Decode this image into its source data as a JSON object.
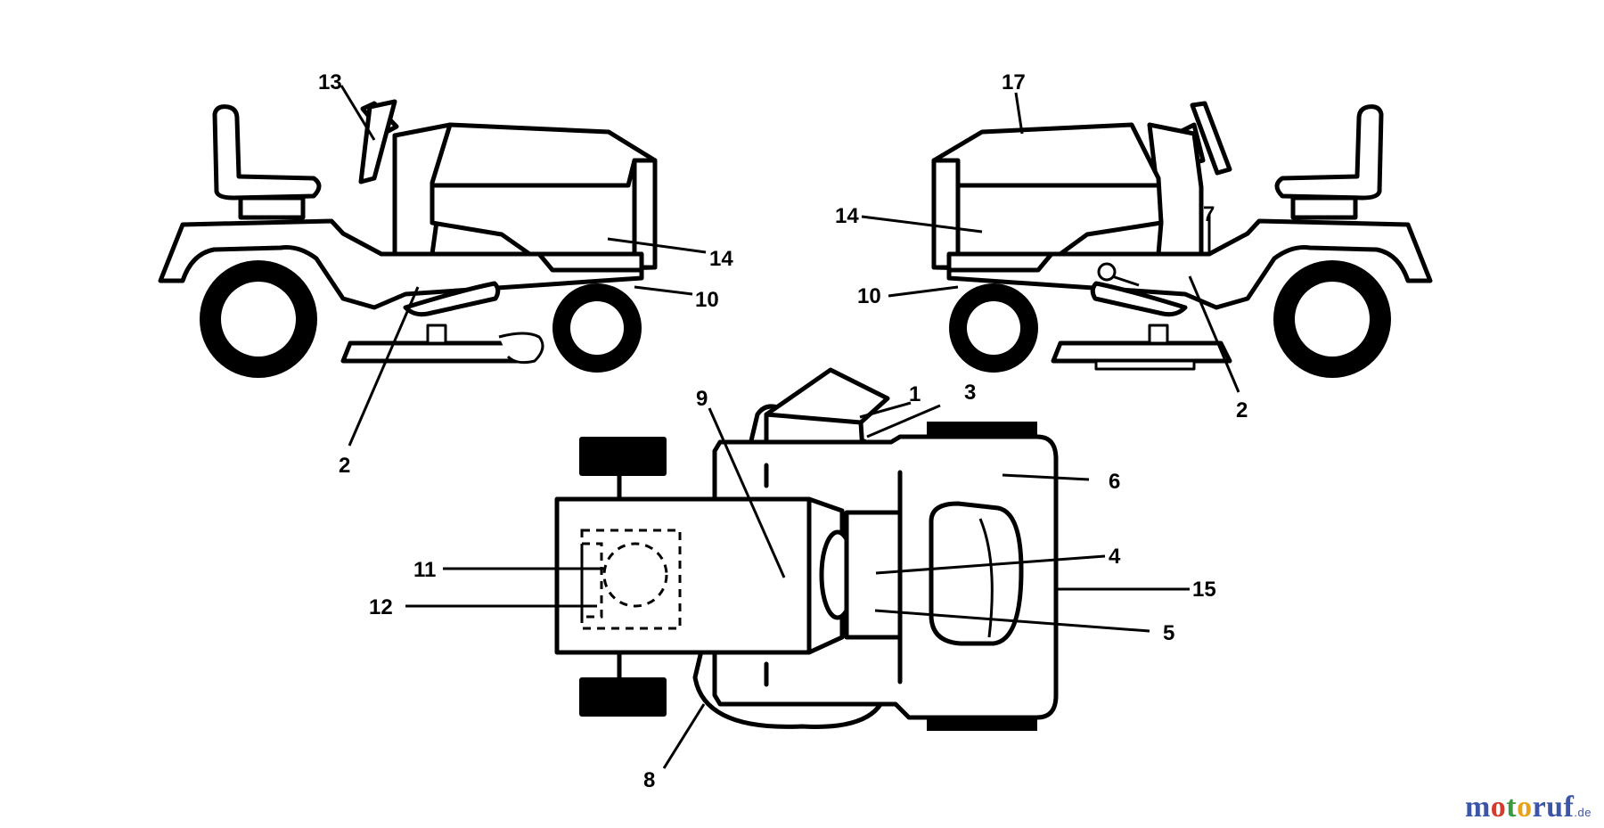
{
  "callouts": {
    "left": {
      "c13": "13",
      "c14": "14",
      "c10": "10",
      "c2": "2"
    },
    "right": {
      "c17": "17",
      "c14": "14",
      "c7": "7",
      "c10": "10",
      "c2": "2"
    },
    "top": {
      "c9": "9",
      "c1": "1",
      "c3": "3",
      "c6": "6",
      "c4": "4",
      "c15": "15",
      "c5": "5",
      "c11": "11",
      "c12": "12",
      "c8": "8"
    }
  },
  "watermark": {
    "p1": "m",
    "p2": "o",
    "p3": "t",
    "p4": "o",
    "p5": "ruf",
    "tld": ".de"
  },
  "colors": {
    "line": "#000000",
    "background": "#ffffff",
    "wm_blue": "#3b55a8",
    "wm_red": "#d33b2d",
    "wm_green": "#3a9a3e",
    "wm_yellow": "#e7a21b"
  }
}
